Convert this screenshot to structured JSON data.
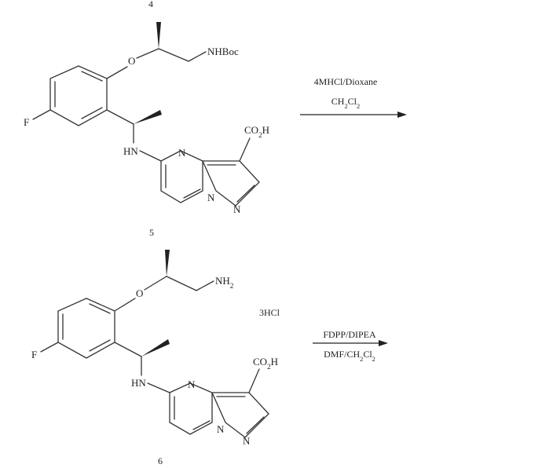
{
  "compound_4": {
    "number": "4",
    "groups": {
      "fluoro": "F",
      "ether_o": "O",
      "carbamate": "NHBoc",
      "amine": "HN",
      "acid": "CO2H"
    },
    "ring_atoms": {
      "n_pyrimidine": "N",
      "n_bridge": "N",
      "n_pyrazole": "N"
    }
  },
  "step_1": {
    "reagent_top": "4MHCl/Dioxane",
    "reagent_bottom": "CH2Cl2"
  },
  "compound_5": {
    "number": "5",
    "groups": {
      "fluoro": "F",
      "ether_o": "O",
      "amine_nh2": "NH2",
      "amine": "HN",
      "acid": "CO2H",
      "salt": "3HCl"
    },
    "ring_atoms": {
      "n_pyrimidine": "N",
      "n_bridge": "N",
      "n_pyrazole": "N"
    }
  },
  "step_2": {
    "reagent_top": "FDPP/DIPEA",
    "reagent_bottom": "DMF/CH2Cl2"
  },
  "compound_6": {
    "number": "6"
  }
}
